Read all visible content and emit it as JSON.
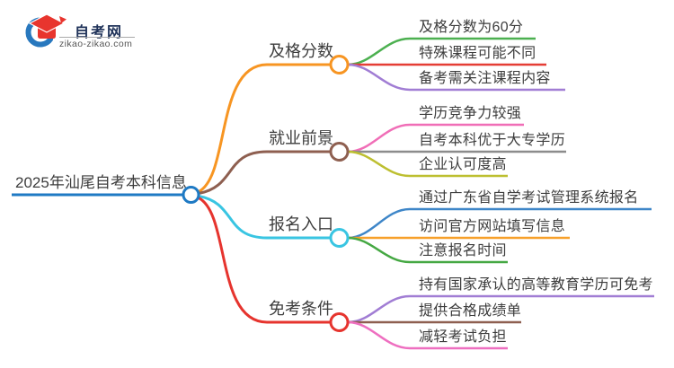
{
  "logo": {
    "title": "自考网",
    "domain": "zikao-zikao.com",
    "ring_color": "#2878be",
    "cap_color": "#e8352e"
  },
  "root": {
    "label": "2025年汕尾自考本科信息",
    "color": "#1f7ac4"
  },
  "branches": [
    {
      "label": "及格分数",
      "color": "#f79522",
      "children": [
        {
          "label": "及格分数为60分",
          "color": "#4cb050"
        },
        {
          "label": "特殊课程可能不同",
          "color": "#e53d35"
        },
        {
          "label": "备考需关注课程内容",
          "color": "#a17dd4"
        }
      ]
    },
    {
      "label": "就业前景",
      "color": "#8e5f50",
      "children": [
        {
          "label": "学历竞争力较强",
          "color": "#f06eb7"
        },
        {
          "label": "自考本科优于大专学历",
          "color": "#8c8c8c"
        },
        {
          "label": "企业认可度高",
          "color": "#bdbf30"
        }
      ]
    },
    {
      "label": "报名入口",
      "color": "#39c5e2",
      "children": [
        {
          "label": "通过广东省自学考试管理系统报名",
          "color": "#3e86c8"
        },
        {
          "label": "访问官方网站填写信息",
          "color": "#f7a02a"
        },
        {
          "label": "注意报名时间",
          "color": "#45a843"
        }
      ]
    },
    {
      "label": "免考条件",
      "color": "#e6342e",
      "children": [
        {
          "label": "持有国家承认的高等教育学历可免考",
          "color": "#a17dd4"
        },
        {
          "label": "提供合格成绩单",
          "color": "#8e5f50"
        },
        {
          "label": "减轻考试负担",
          "color": "#ee6fc0"
        }
      ]
    }
  ]
}
